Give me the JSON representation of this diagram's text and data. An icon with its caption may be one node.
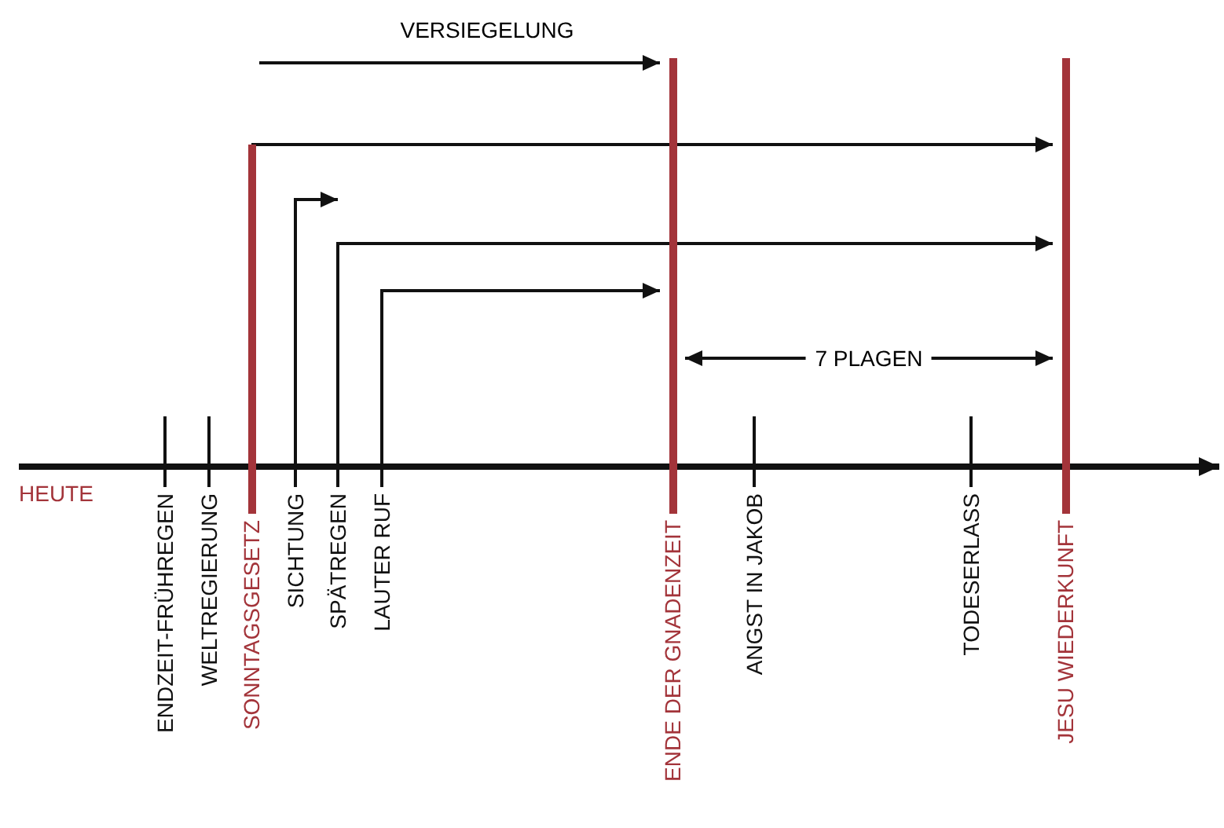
{
  "diagram": {
    "nodes": [
      {
        "text": [
          "ENDZEIT-FRÜHREGEN"
        ]
      },
      {
        "text": [
          "WELTREGIERUNG"
        ]
      },
      {
        "text": [
          "SONNTAGSGESETZ"
        ]
      },
      {
        "text": [
          "SICHTUNG"
        ]
      },
      {
        "text": [
          "SPÄTREGEN"
        ]
      },
      {
        "text": [
          "LAUTER RUF"
        ]
      },
      {
        "text": [
          "ENDE DER GNADENZEIT"
        ]
      },
      {
        "text": [
          "ANGST IN JAKOB"
        ]
      },
      {
        "text": [
          "TODESERLASS"
        ]
      },
      {
        "text": [
          "JESU WIEDERKUNFT"
        ]
      }
    ],
    "edges": [
      {
        "from": null,
        "to": 6,
        "arrow": "to",
        "label": "VERSIEGELUNG"
      },
      {
        "from": 2,
        "to": 9,
        "arrow": "to"
      },
      {
        "from": 3,
        "to": null,
        "arrow": "to"
      },
      {
        "from": 4,
        "to": 9,
        "arrow": "to"
      },
      {
        "from": 5,
        "to": 6,
        "arrow": "to"
      },
      {
        "from": 6,
        "to": 9,
        "arrow": "both",
        "label": "7 PLAGEN"
      }
    ],
    "labels": [
      "HEUTE"
    ]
  }
}
